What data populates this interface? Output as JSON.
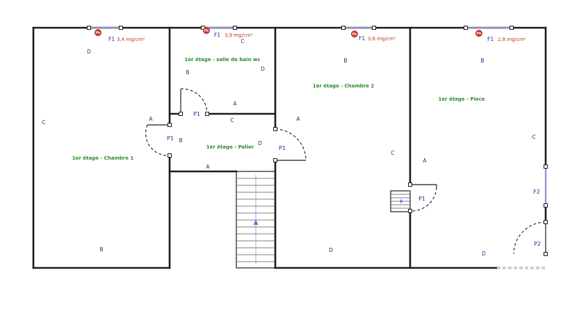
{
  "rooms": {
    "chambre1": "1er étage - Chambre 1",
    "sdb": "1er étage - salle de bain wc",
    "palier": "1er étage - Palier",
    "chambre2": "1er étage - Chambre 2",
    "piece": "1er étage - Piece"
  },
  "walls": {
    "a": "A",
    "b": "B",
    "c": "C",
    "d": "D"
  },
  "openings": {
    "p1": "P1",
    "p2": "P2",
    "f1": "F1",
    "f2": "F2"
  },
  "measurements": {
    "marker": "Pb",
    "m1": "3,4 mg/cm²",
    "m2": "3,9 mg/cm²",
    "m3": "3,6 mg/cm²",
    "m4": "2,8 mg/cm²"
  }
}
